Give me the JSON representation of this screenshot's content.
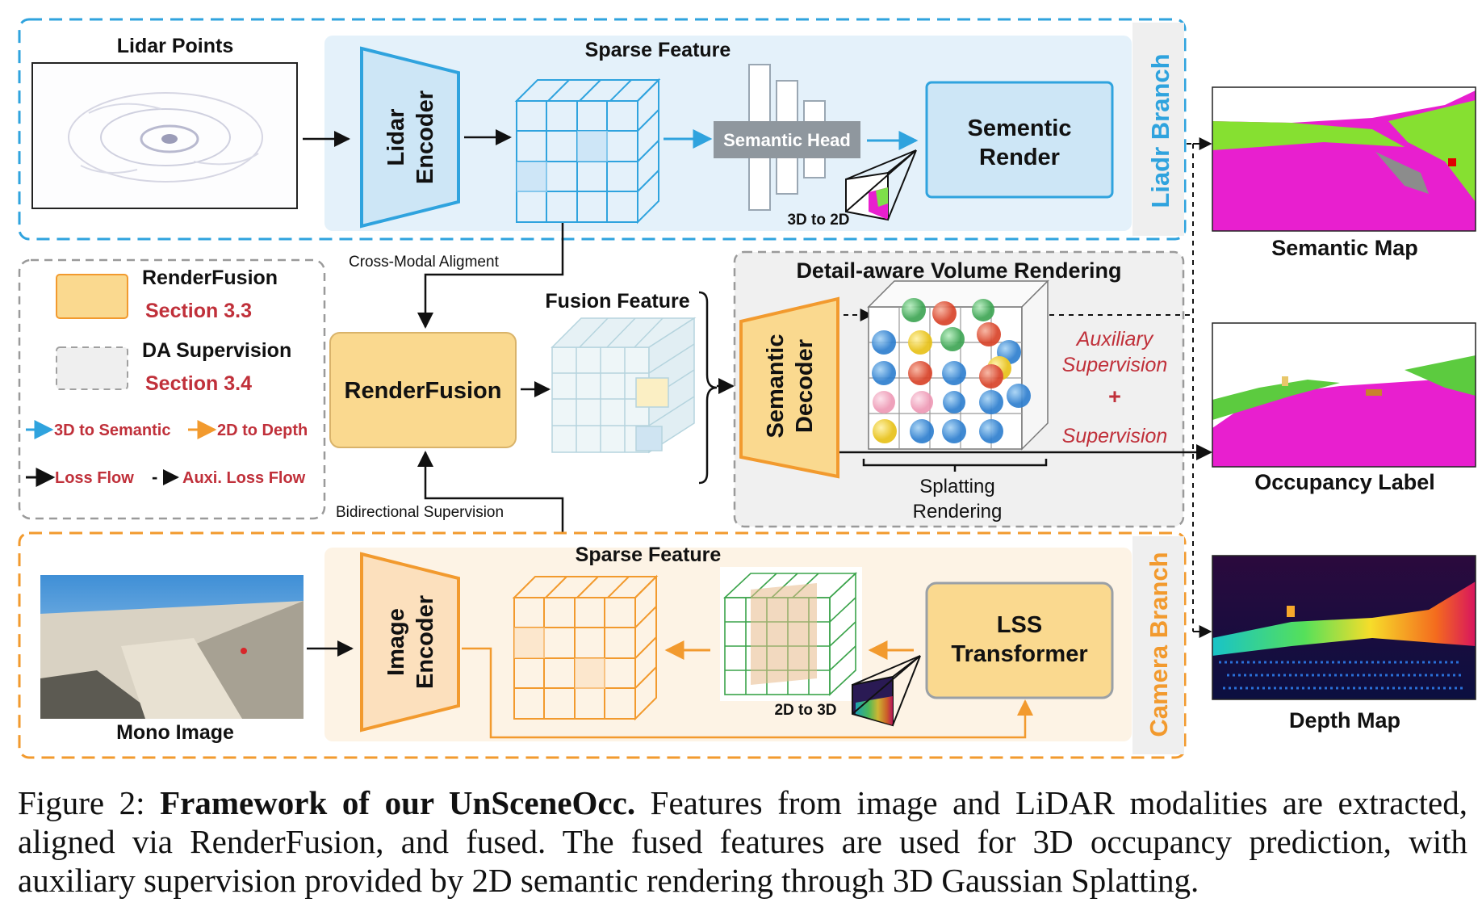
{
  "figure": {
    "lidar_points": "Lidar Points",
    "lidar_encoder": [
      "Lidar",
      "Encoder"
    ],
    "sparse_feature_top": "Sparse Feature",
    "semantic_head": "Semantic Head",
    "semantic_render": [
      "Sementic",
      "Render"
    ],
    "to_2d": "3D to 2D",
    "lidar_branch": "Liadr Branch",
    "cross_modal": "Cross-Modal Aligment",
    "render_fusion": "RenderFusion",
    "fusion_feature": "Fusion Feature",
    "detail_aware": "Detail-aware Volume Rendering",
    "semantic_decoder": [
      "Semantic",
      "Decoder"
    ],
    "auxiliary": [
      "Auxiliary",
      "Supervision"
    ],
    "plus": "+",
    "supervision": "Supervision",
    "splatting": [
      "Splatting",
      "Rendering"
    ],
    "bidirectional": "Bidirectional Supervision",
    "sparse_feature_bottom": "Sparse Feature",
    "mono_image": "Mono Image",
    "image_encoder": [
      "Image",
      "Encoder"
    ],
    "lss": [
      "LSS",
      "Transformer"
    ],
    "to_3d": "2D to 3D",
    "camera_branch": "Camera Branch",
    "semantic_map": "Semantic Map",
    "occupancy_label": "Occupancy Label",
    "depth_map": "Depth Map"
  },
  "legend": {
    "renderfusion": "RenderFusion",
    "section_33": "Section 3.3",
    "da_supervision": "DA Supervision",
    "section_34": "Section 3.4",
    "to_semantic": "3D to Semantic",
    "to_depth": "2D to Depth",
    "loss_flow": "Loss Flow",
    "dash": "-",
    "auxi_loss_flow": "Auxi. Loss Flow"
  },
  "caption": {
    "prefix": "Figure 2: ",
    "title": "Framework of our UnSceneOcc.",
    "body": " Features from image and LiDAR modalities are extracted, aligned via RenderFusion, and fused. The fused features are used for 3D occupancy prediction, with auxiliary supervision provided by 2D semantic rendering through 3D Gaussian Splatting."
  },
  "colors": {
    "blue": "#2fa3de",
    "orange": "#f29a2e",
    "render_fill": "#fad98f",
    "light_blue_panel": "#e4f1fa",
    "light_orange_panel": "#fdf3e5",
    "red_text": "#c0303a"
  }
}
